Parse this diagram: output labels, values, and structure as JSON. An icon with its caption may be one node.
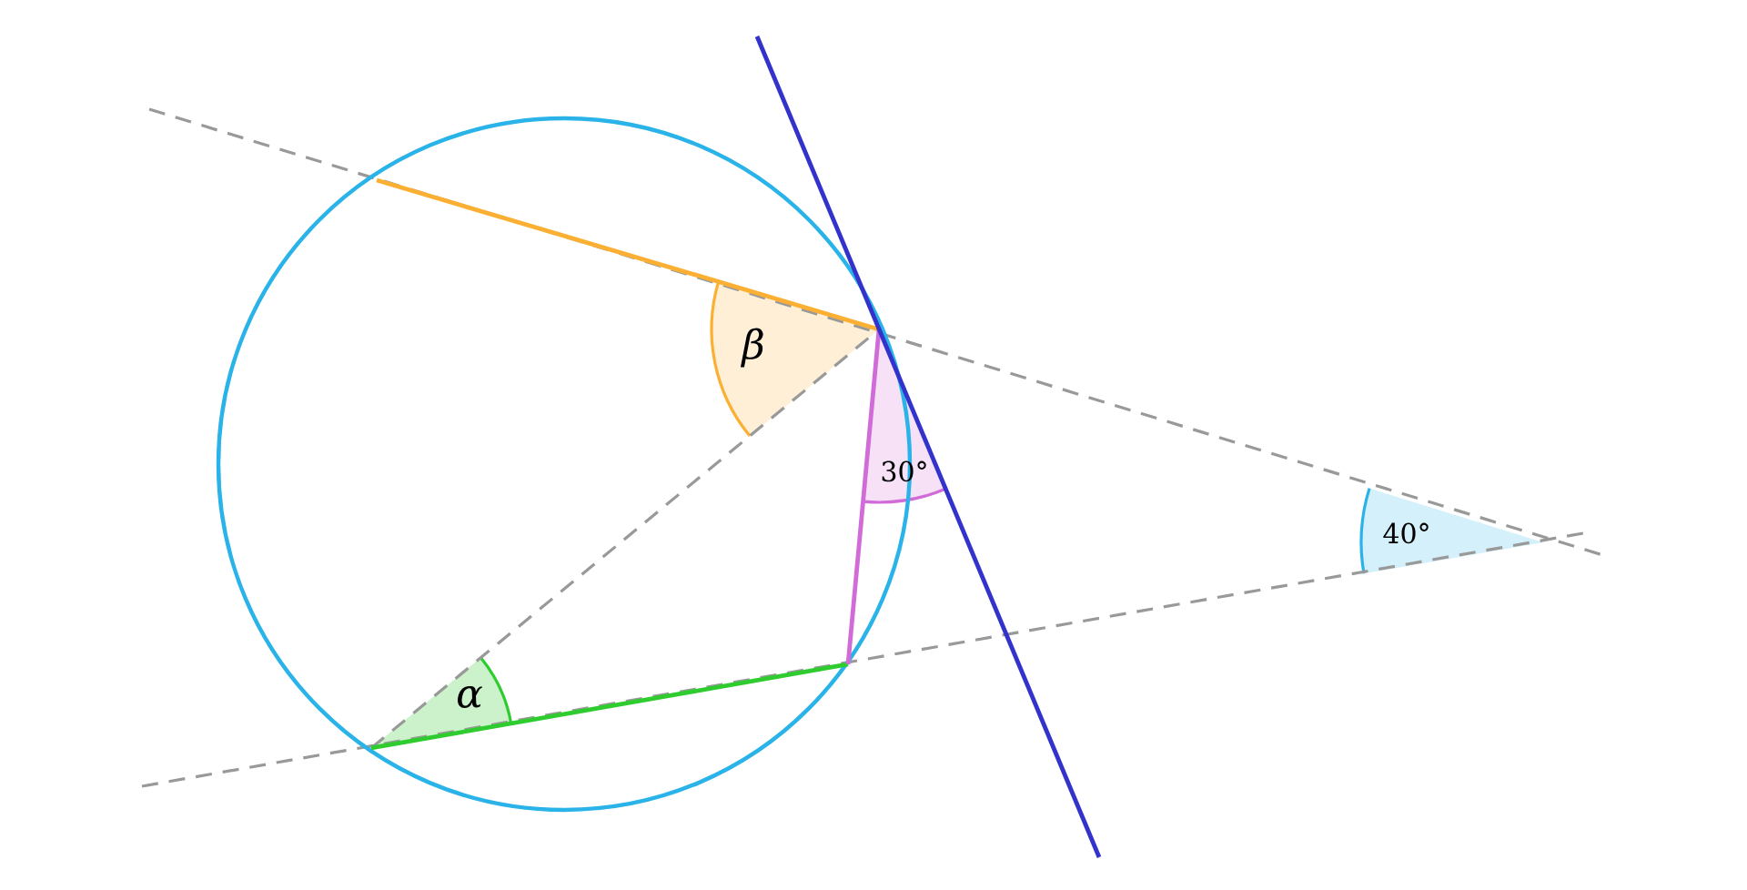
{
  "diagram": {
    "labels": [
      "β",
      "30°",
      "40°",
      "α"
    ]
  }
}
